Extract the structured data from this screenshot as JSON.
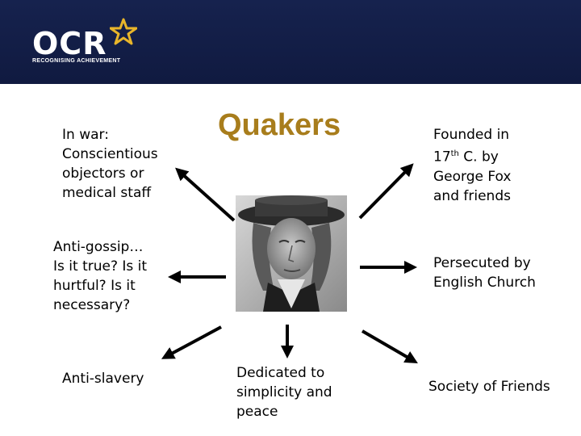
{
  "header": {
    "logo_text": "OCR",
    "logo_tagline": "RECOGNISING ACHIEVEMENT",
    "brand_color": "#131e48",
    "star_color": "#e8b52a"
  },
  "slide": {
    "title": "Quakers",
    "title_color": "#a87d1c",
    "facts": {
      "war": [
        "In war:",
        "Conscientious",
        "objectors or",
        "medical staff"
      ],
      "gossip": [
        "Anti-gossip…",
        "Is it true? Is it",
        "hurtful? Is it",
        "necessary?"
      ],
      "slavery": "Anti-slavery",
      "simplicity": [
        "Dedicated to",
        "simplicity and",
        "peace"
      ],
      "founded": {
        "line1": "Founded in",
        "line2_prefix": "17",
        "line2_sup": "th",
        "line2_suffix": " C. by",
        "line3": "George Fox",
        "line4": "and friends"
      },
      "persecuted": [
        "Persecuted by",
        "English Church"
      ],
      "society": "Society of Friends"
    },
    "portrait_subject": "george-fox-portrait"
  }
}
